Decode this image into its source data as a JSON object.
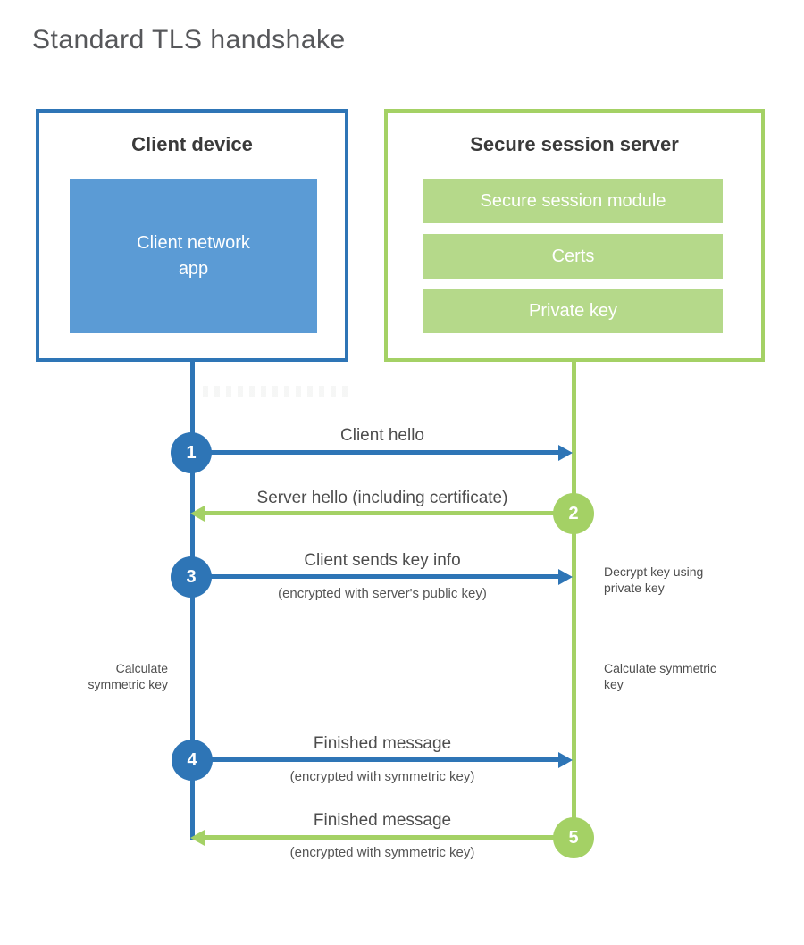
{
  "title": "Standard TLS handshake",
  "colors": {
    "blue": "#2e75b6",
    "blue_fill": "#5b9bd5",
    "green": "#a4d165",
    "green_fill": "#b5d98a"
  },
  "client": {
    "heading": "Client device",
    "app_label": "Client network app"
  },
  "server": {
    "heading": "Secure session server",
    "modules": [
      "Secure session module",
      "Certs",
      "Private key"
    ]
  },
  "steps": [
    {
      "num": "1",
      "label": "Client hello",
      "sub": "",
      "direction": "client-to-server"
    },
    {
      "num": "2",
      "label": "Server hello (including certificate)",
      "sub": "",
      "direction": "server-to-client"
    },
    {
      "num": "3",
      "label": "Client sends key info",
      "sub": "(encrypted with server's public key)",
      "direction": "client-to-server"
    },
    {
      "num": "4",
      "label": "Finished message",
      "sub": "(encrypted with symmetric key)",
      "direction": "client-to-server"
    },
    {
      "num": "5",
      "label": "Finished message",
      "sub": "(encrypted with symmetric key)",
      "direction": "server-to-client"
    }
  ],
  "notes": {
    "decrypt_key": "Decrypt key using private key",
    "calculate_left": "Calculate symmetric key",
    "calculate_right": "Calculate symmetric key"
  }
}
